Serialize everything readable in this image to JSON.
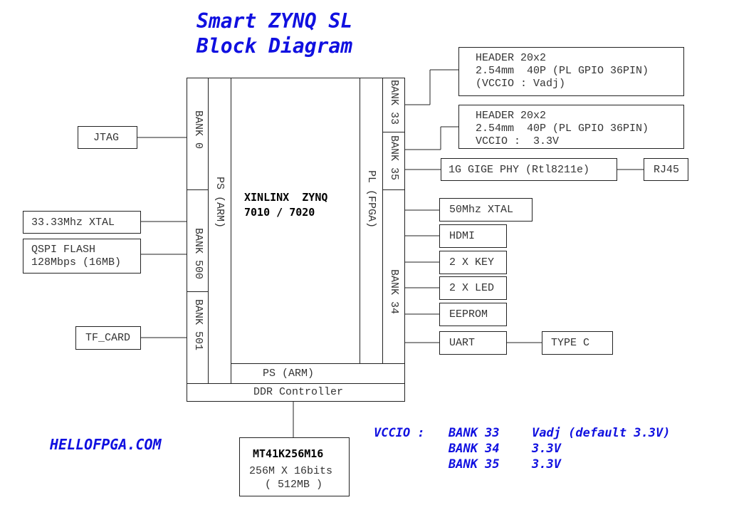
{
  "title": {
    "line1": "Smart ZYNQ SL",
    "line2": "Block Diagram"
  },
  "chip": {
    "line1": "XINLINX  ZYNQ",
    "line2": "7010 / 7020"
  },
  "ps_arm_vertical": "PS (ARM)",
  "ps_arm_bottom": "PS (ARM)",
  "pl_fpga": "PL (FPGA)",
  "ddr_controller": "DDR Controller",
  "banks": {
    "bank0": "BANK 0",
    "bank500": "BANK 500",
    "bank501": "BANK 501",
    "bank33": "BANK 33",
    "bank35": "BANK 35",
    "bank34": "BANK 34"
  },
  "left_peripherals": {
    "jtag": "JTAG",
    "xtal": "33.33Mhz XTAL",
    "qspi_line1": "QSPI FLASH",
    "qspi_line2": "128Mbps (16MB)",
    "tf_card": "TF_CARD"
  },
  "headers": {
    "h1_line1": "HEADER 20x2",
    "h1_line2": "2.54mm  40P (PL GPIO 36PIN)",
    "h1_line3": "(VCCIO : Vadj)",
    "h2_line1": "HEADER 20x2",
    "h2_line2": "2.54mm  40P (PL GPIO 36PIN)",
    "h2_line3": "VCCIO :  3.3V"
  },
  "right_peripherals": {
    "gige": "1G GIGE PHY (Rtl8211e)",
    "rj45": "RJ45",
    "xtal50": "50Mhz XTAL",
    "hdmi": "HDMI",
    "key": "2 X KEY",
    "led": "2 X LED",
    "eeprom": "EEPROM",
    "uart": "UART",
    "typec": "TYPE C"
  },
  "memory": {
    "line1": "MT41K256M16",
    "line2": "256M X 16bits",
    "line3": "( 512MB )"
  },
  "website": "HELLOFPGA.COM",
  "vccio": {
    "prefix": "VCCIO :",
    "rows": [
      {
        "bank": "BANK 33",
        "value": "Vadj (default 3.3V)"
      },
      {
        "bank": "BANK 34",
        "value": "3.3V"
      },
      {
        "bank": "BANK 35",
        "value": "3.3V"
      }
    ]
  }
}
